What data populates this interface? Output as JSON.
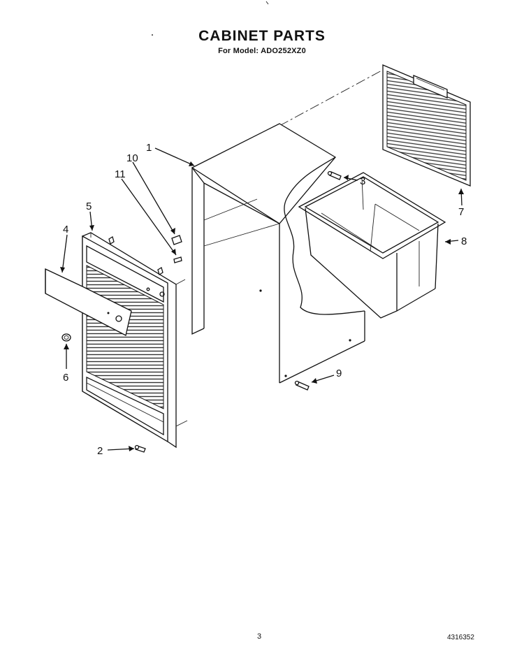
{
  "header": {
    "title": "CABINET PARTS",
    "subtitle": "For Model: ADO252XZ0"
  },
  "callouts": [
    "1",
    "2",
    "3",
    "4",
    "5",
    "6",
    "7",
    "8",
    "9",
    "10",
    "11"
  ],
  "footer": {
    "page_number": "3",
    "document_number": "4316352"
  }
}
